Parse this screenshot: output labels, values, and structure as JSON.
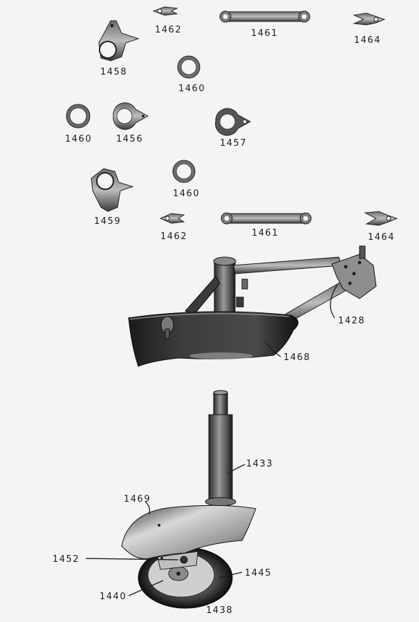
{
  "parts": [
    {
      "id": "p1462a",
      "number": "1462",
      "icon": "fork-clevis-icon"
    },
    {
      "id": "p1461a",
      "number": "1461",
      "icon": "link-bar-icon"
    },
    {
      "id": "p1464a",
      "number": "1464",
      "icon": "fork-clevis-icon"
    },
    {
      "id": "p1458",
      "number": "1458",
      "icon": "bracket-plate-icon"
    },
    {
      "id": "p1460a",
      "number": "1460",
      "icon": "washer-ring-icon"
    },
    {
      "id": "p1460b",
      "number": "1460",
      "icon": "washer-ring-icon"
    },
    {
      "id": "p1456",
      "number": "1456",
      "icon": "tab-washer-icon"
    },
    {
      "id": "p1457",
      "number": "1457",
      "icon": "tab-washer-icon"
    },
    {
      "id": "p1459",
      "number": "1459",
      "icon": "bracket-plate-icon"
    },
    {
      "id": "p1460c",
      "number": "1460",
      "icon": "washer-ring-icon"
    },
    {
      "id": "p1462b",
      "number": "1462",
      "icon": "fork-clevis-icon"
    },
    {
      "id": "p1461b",
      "number": "1461",
      "icon": "link-bar-icon"
    },
    {
      "id": "p1464b",
      "number": "1464",
      "icon": "fork-clevis-icon"
    },
    {
      "id": "p1428",
      "number": "1428",
      "icon": "frame-tube-icon"
    },
    {
      "id": "p1468",
      "number": "1468",
      "icon": "fairing-icon"
    },
    {
      "id": "p1433",
      "number": "1433",
      "icon": "strut-leg-icon"
    },
    {
      "id": "p1469",
      "number": "1469",
      "icon": "wheel-fairing-icon"
    },
    {
      "id": "p1452",
      "number": "1452",
      "icon": "axle-bolt-icon"
    },
    {
      "id": "p1445",
      "number": "1445",
      "icon": "tyre-icon"
    },
    {
      "id": "p1440",
      "number": "1440",
      "icon": "wheel-hub-icon"
    },
    {
      "id": "p1438",
      "number": "1438",
      "icon": "wheel-icon"
    }
  ]
}
